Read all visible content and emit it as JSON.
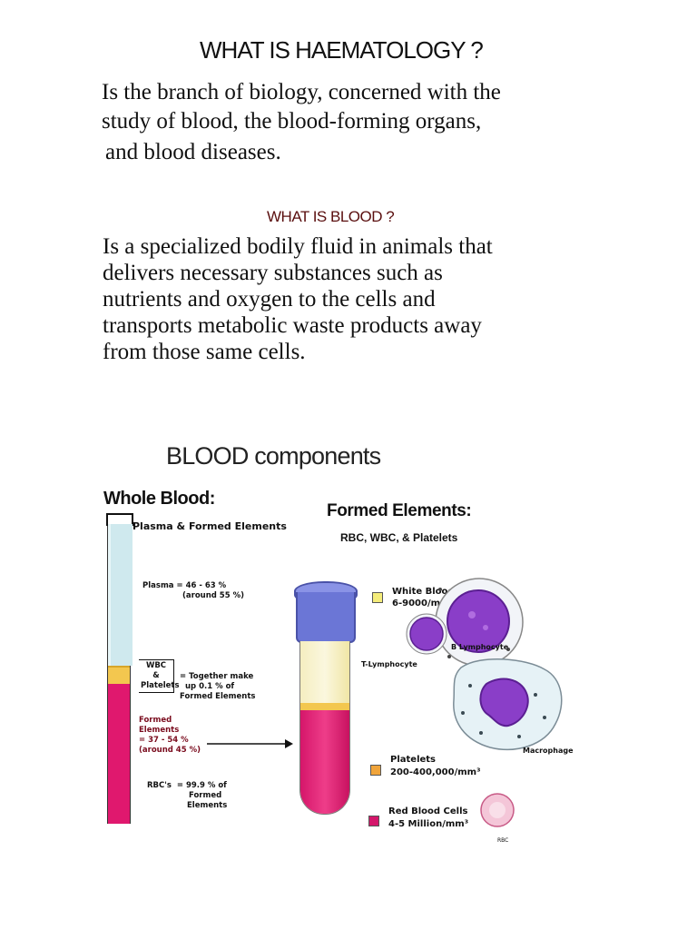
{
  "heading1": "WHAT IS HAEMATOLOGY ?",
  "def1": [
    "Is the branch of biology, concerned with the",
    "study of blood, the blood-forming organs,",
    "and blood diseases."
  ],
  "heading2": "WHAT IS BLOOD ?",
  "def2": [
    "Is a specialized bodily fluid in animals that",
    "delivers necessary substances such as",
    "nutrients and oxygen to the cells and",
    "transports metabolic waste products away",
    "from those same cells."
  ],
  "heading3": "BLOOD components",
  "diagram": {
    "whole_blood_title": "Whole Blood:",
    "plasma_formed": "Plasma & Formed Elements",
    "plasma_line1": "Plasma  = 46 - 63 %",
    "plasma_line2": "(around 55 %)",
    "wbc": "WBC",
    "amp": "&",
    "platelets": "Platelets",
    "together1": "= Together make",
    "together2": "up 0.1 % of",
    "together3": "Formed Elements",
    "formed1": "Formed",
    "formed2": "Elements",
    "formed3": "= 37 - 54 %",
    "formed4": "(around 45 %)",
    "rbc_label": "RBC's",
    "rbc1": "= 99.9 % of",
    "rbc2": "Formed",
    "rbc3": "Elements",
    "formed_title": "Formed Elements:",
    "formed_sub": "RBC, WBC, & Platelets",
    "wbc_legend1": "White Blood Cells",
    "wbc_legend2": "6-9000/mm³",
    "b_lymph": "B Lymphocyte",
    "t_lymph": "T-Lymphocyte",
    "macrophage": "Macrophage",
    "plt_legend1": "Platelets",
    "plt_legend2": "200-400,000/mm³",
    "rbc_legend1": "Red Blood Cells",
    "rbc_legend2": "4-5 Million/mm³",
    "rbc_cell": "RBC"
  },
  "colors": {
    "plasma": "#cfe9ee",
    "buffy": "#f3c74f",
    "rbc": "#e0186e",
    "tube_cap": "#6b76d6",
    "wbc_cell": "#8a3ec8",
    "wbc_legend": "#f4ec7a",
    "plt_legend": "#f0a43a",
    "rbc_legend": "#d4176b"
  }
}
